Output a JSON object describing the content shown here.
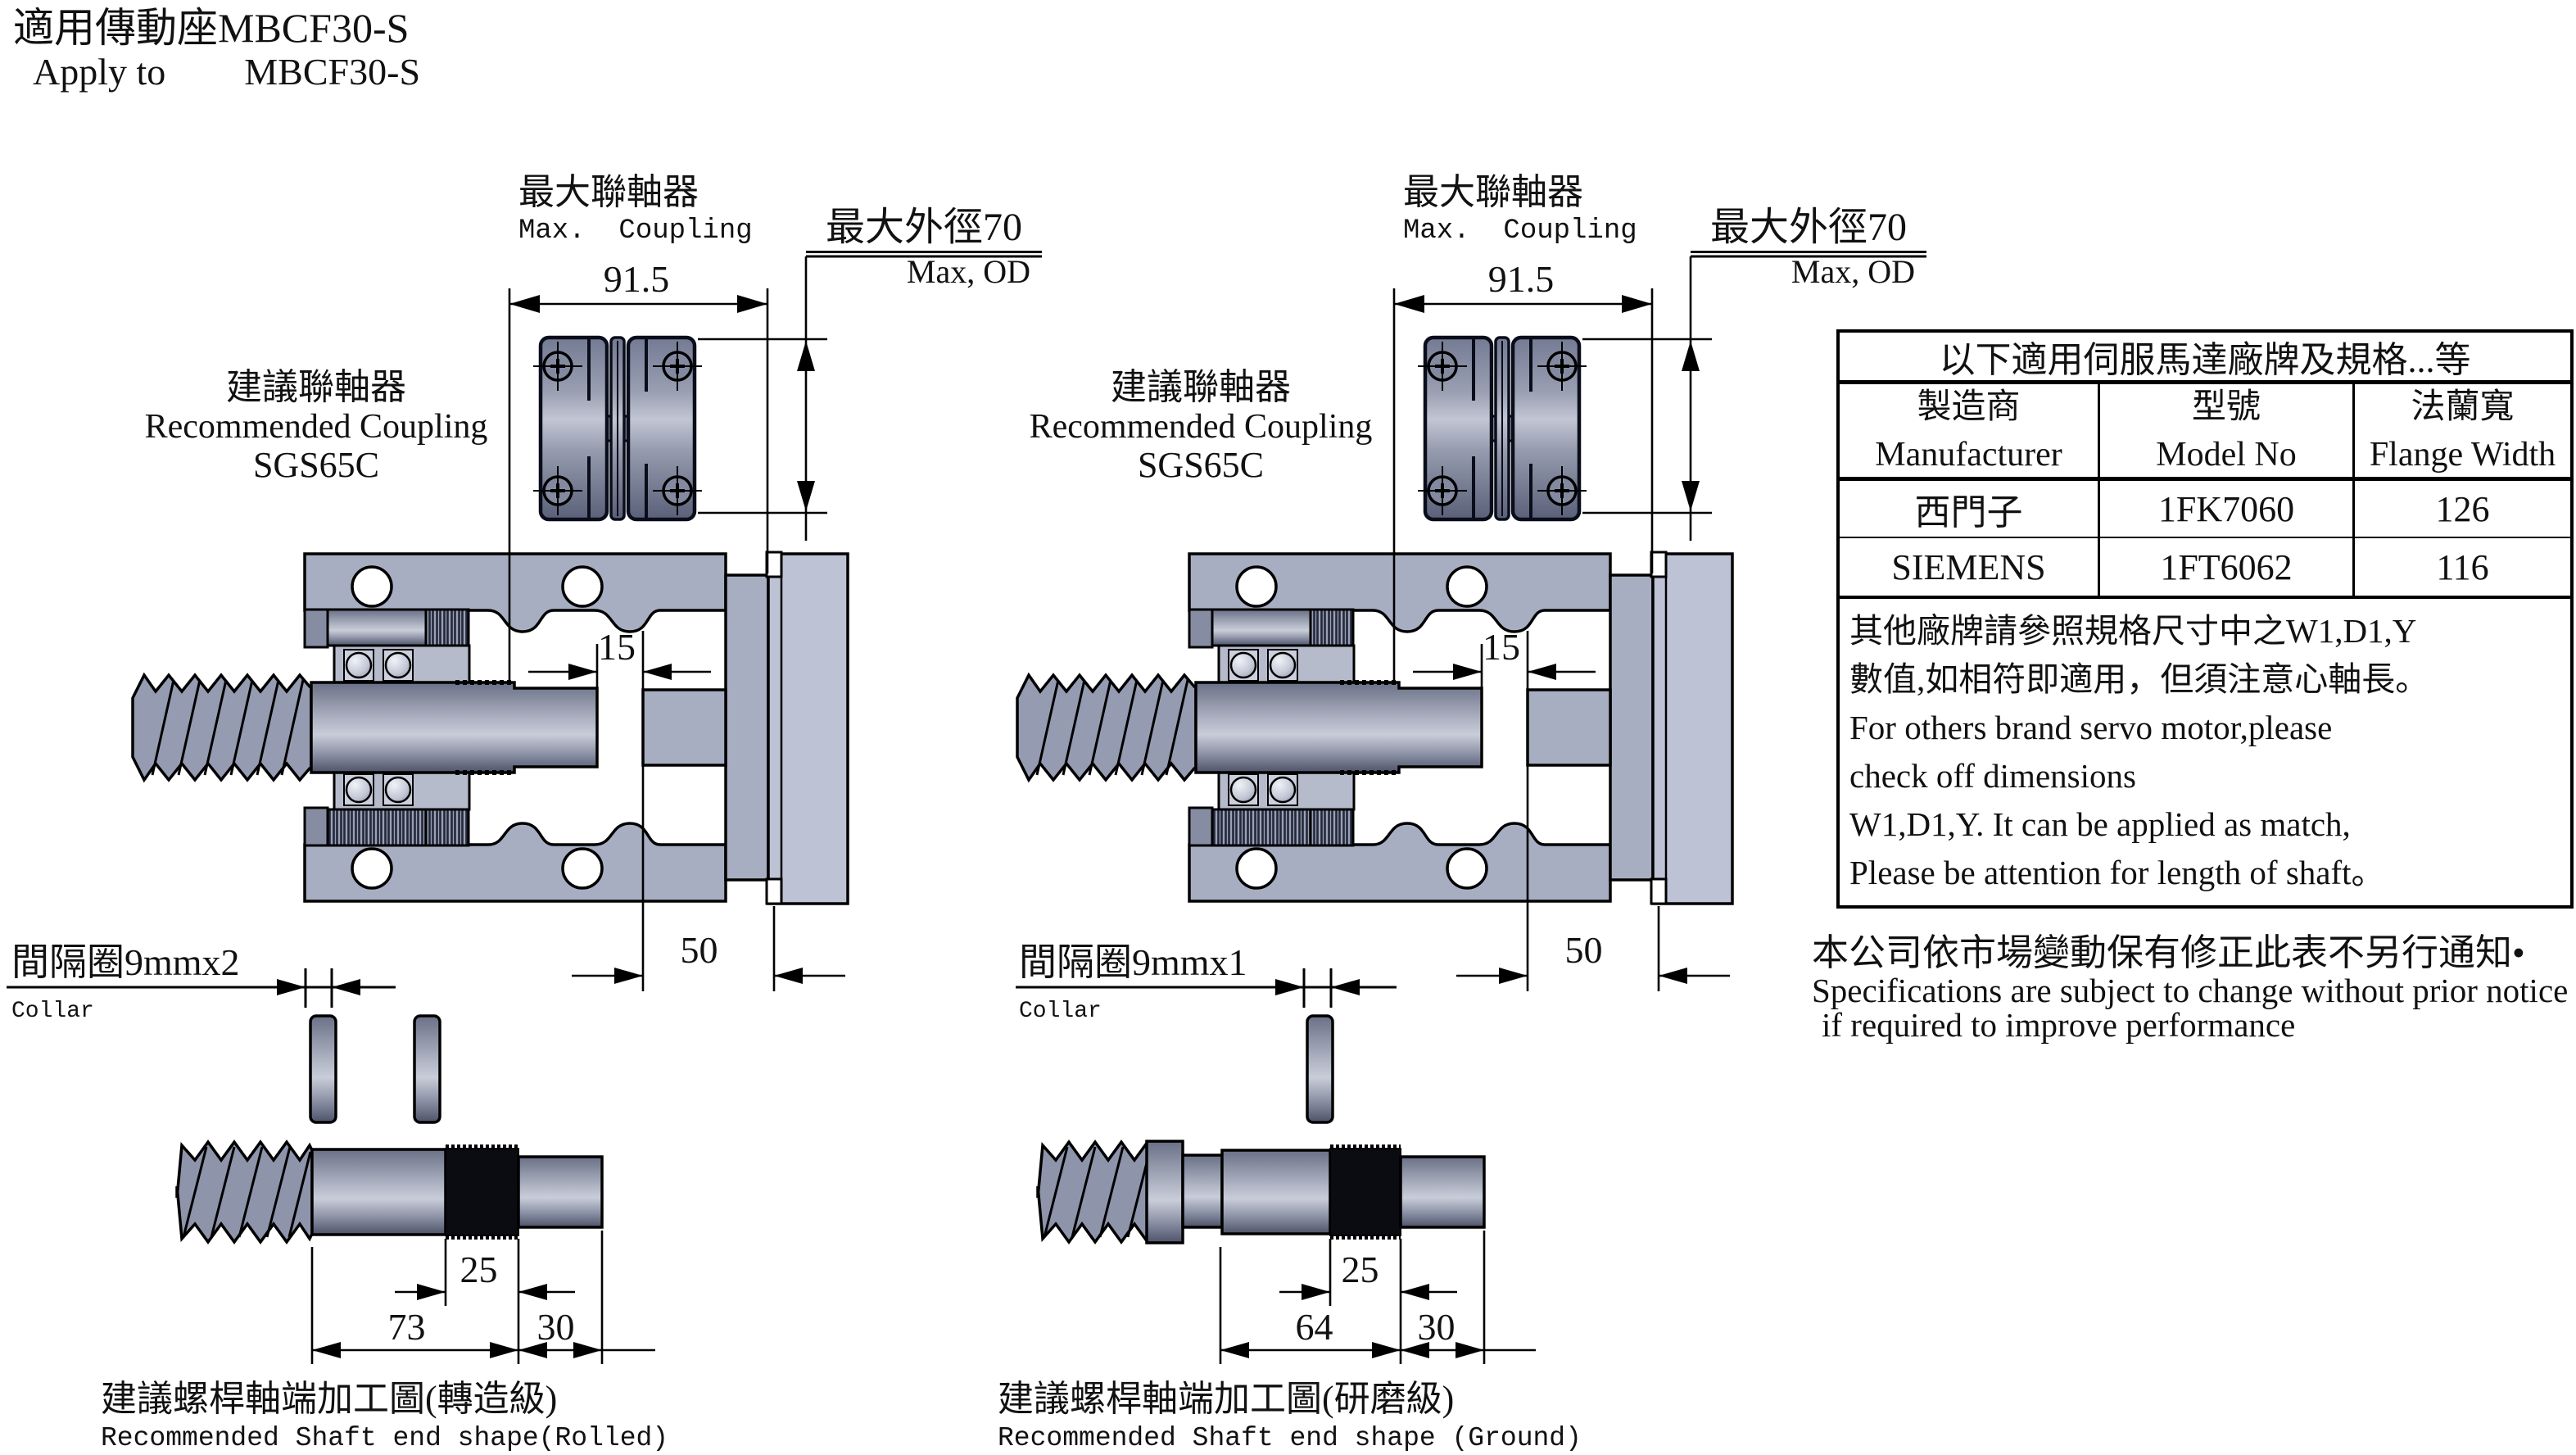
{
  "title": {
    "zh": "適用傳動座MBCF30-S",
    "en": "Apply to",
    "en_model": "MBCF30-S"
  },
  "assemblies": [
    {
      "side": "left",
      "max_coupling_zh": "最大聯軸器",
      "max_coupling_en": "Max.  Coupling",
      "max_od_zh": "最大外徑70",
      "max_od_en": "Max, OD",
      "recommended_zh": "建議聯軸器",
      "recommended_en": "Recommended Coupling",
      "recommended_model": "SGS65C",
      "dim_overall": "91.5",
      "dim_gap": "15",
      "dim_depth": "50",
      "collar_zh": "間隔圈9mmx2",
      "collar_en": "Collar",
      "dim_thread_len": "25",
      "dim_shaft_len": "73",
      "dim_end_len": "30",
      "caption_zh": "建議螺桿軸端加工圖(轉造級)",
      "caption_en": "Recommended Shaft end shape(Rolled)"
    },
    {
      "side": "right",
      "max_coupling_zh": "最大聯軸器",
      "max_coupling_en": "Max.  Coupling",
      "max_od_zh": "最大外徑70",
      "max_od_en": "Max, OD",
      "recommended_zh": "建議聯軸器",
      "recommended_en": "Recommended Coupling",
      "recommended_model": "SGS65C",
      "dim_overall": "91.5",
      "dim_gap": "15",
      "dim_depth": "50",
      "collar_zh": "間隔圈9mmx1",
      "collar_en": "Collar",
      "dim_thread_len": "25",
      "dim_shaft_len": "64",
      "dim_end_len": "30",
      "caption_zh": "建議螺桿軸端加工圖(研磨級)",
      "caption_en": "Recommended Shaft end shape (Ground)"
    }
  ],
  "motor_table": {
    "title": "以下適用伺服馬達廠牌及規格...等",
    "columns": [
      {
        "zh": "製造商",
        "en": "Manufacturer"
      },
      {
        "zh": "型號",
        "en": "Model No"
      },
      {
        "zh": "法蘭寬",
        "en": "Flange Width"
      }
    ],
    "rows": [
      [
        "西門子",
        "1FK7060",
        "126"
      ],
      [
        "SIEMENS",
        "1FT6062",
        "116"
      ]
    ],
    "notes": [
      "其他廠牌請參照規格尺寸中之W1,D1,Y",
      "數值,如相符即適用，但須注意心軸長。",
      "For others brand servo motor,please",
      "check off dimensions",
      "W1,D1,Y. It can be applied as match,",
      "Please be attention for length of shaft。"
    ]
  },
  "notice": [
    "本公司依市場變動保有修正此表不另行通知•",
    "Specifications are subject to change without prior notice",
    "if required to improve performance"
  ]
}
